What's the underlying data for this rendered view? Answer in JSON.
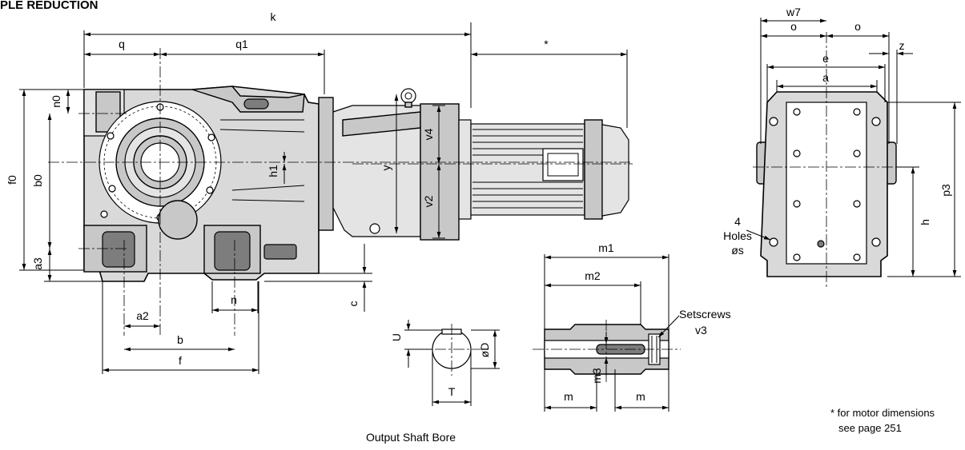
{
  "title": "PLE REDUCTION",
  "dimension_labels": {
    "k": "k",
    "q": "q",
    "q1": "q1",
    "star": "*",
    "n0": "n0",
    "f0": "f0",
    "b0": "b0",
    "a3": "a3",
    "h1": "h1",
    "y": "y",
    "v4": "v4",
    "v2": "v2",
    "c": "c",
    "n": "n",
    "a2": "a2",
    "b": "b",
    "f": "f",
    "w7": "w7",
    "o_left": "o",
    "o_right": "o",
    "z": "z",
    "e": "e",
    "a": "a",
    "h": "h",
    "p3": "p3",
    "m1": "m1",
    "m2": "m2",
    "m3": "m3",
    "m_left": "m",
    "m_right": "m",
    "U": "U",
    "D": "øD",
    "T": "T"
  },
  "holes_note": [
    "4",
    "Holes",
    "øs"
  ],
  "setscrews_note": [
    "Setscrews",
    "v3"
  ],
  "caption": "Output Shaft Bore",
  "footnote": [
    "* for motor dimensions",
    "see page 251"
  ]
}
